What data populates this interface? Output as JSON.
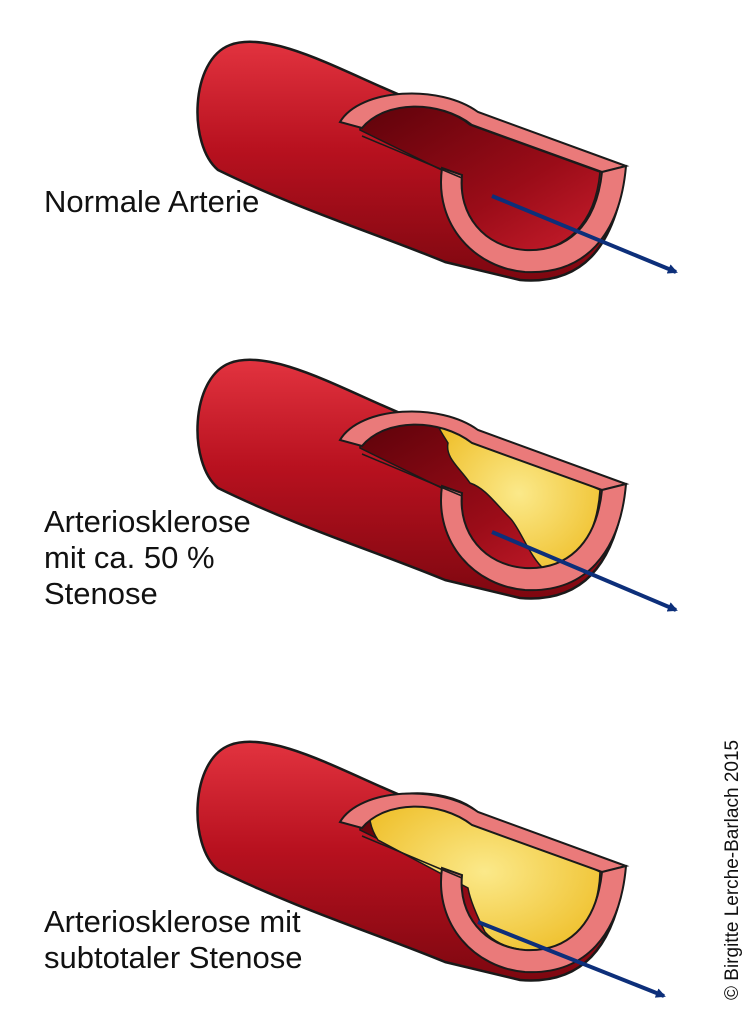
{
  "labels": {
    "normal": "Normale Arterie",
    "stenosis_50": "Arteriosklerose\nmit ca. 50 %\nStenose",
    "subtotal": "Arteriosklerose mit\nsubtotaler Stenose"
  },
  "copyright": "© Birgitte Lerche-Barlach 2015",
  "colors": {
    "artery_wall_dark": "#8e0c16",
    "artery_wall_mid": "#c41a2a",
    "tissue_layer": "#ea7a7a",
    "lumen_dark": "#7a0410",
    "plaque": "#f5d44a",
    "plaque_light": "#fbe98a",
    "flow_arrow": "#0d2f7a",
    "outline": "#1a1a1a"
  },
  "panels": [
    {
      "name": "normal",
      "plaque": "none"
    },
    {
      "name": "stenosis-50",
      "plaque": "half"
    },
    {
      "name": "subtotal-stenosis",
      "plaque": "subtotal"
    }
  ]
}
